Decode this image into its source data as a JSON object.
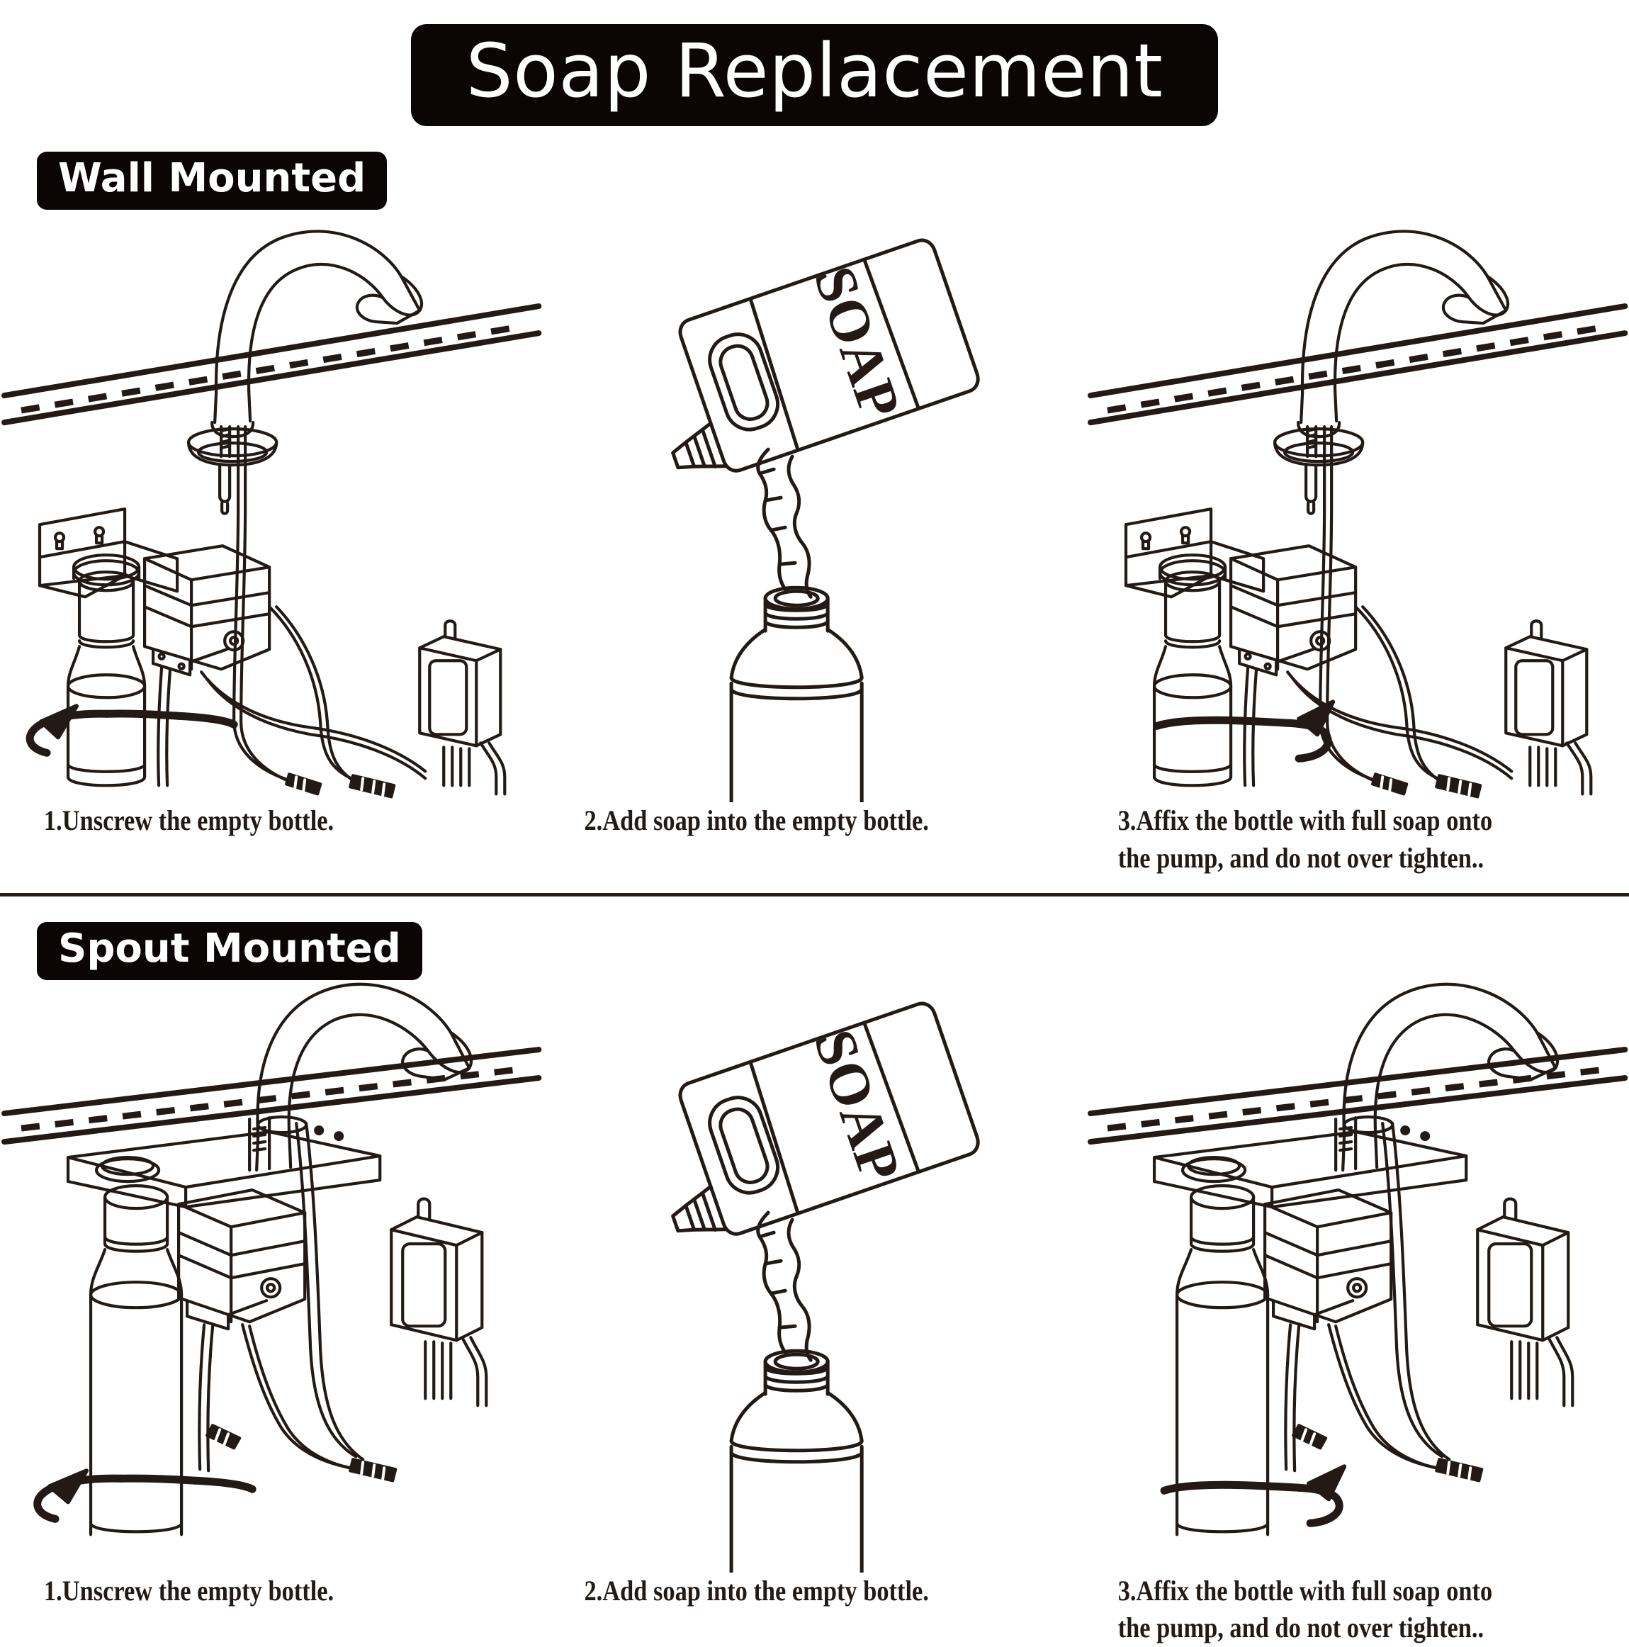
{
  "document": {
    "title": "Soap Replacement",
    "type": "instruction-diagram",
    "colors": {
      "badge_background": "#0b0605",
      "badge_text": "#ffffff",
      "line_art": "#231a16",
      "page_background": "#ffffff"
    }
  },
  "sections": [
    {
      "id": "wall-mounted",
      "heading": "Wall Mounted",
      "steps": [
        {
          "number": "1",
          "caption": "1.Unscrew the empty bottle.",
          "illustration": "wall-mounted-dispenser-unscrew",
          "rotation_arrow": "counter-clockwise-left"
        },
        {
          "number": "2",
          "caption": "2.Add soap into the empty bottle.",
          "illustration": "soap-jug-pouring-into-bottle",
          "jug_label": "SOAP"
        },
        {
          "number": "3",
          "caption": "3.Affix the bottle with full soap onto\nthe pump, and do not over tighten..",
          "illustration": "wall-mounted-dispenser-tighten",
          "rotation_arrow": "clockwise-right"
        }
      ]
    },
    {
      "id": "spout-mounted",
      "heading": "Spout Mounted",
      "steps": [
        {
          "number": "1",
          "caption": "1.Unscrew the empty bottle.",
          "illustration": "spout-mounted-dispenser-unscrew",
          "rotation_arrow": "counter-clockwise-left"
        },
        {
          "number": "2",
          "caption": "2.Add soap into the empty bottle.",
          "illustration": "soap-jug-pouring-into-bottle",
          "jug_label": "SOAP"
        },
        {
          "number": "3",
          "caption": "3.Affix the bottle with full soap onto\nthe pump, and do not over tighten..",
          "illustration": "spout-mounted-dispenser-tighten",
          "rotation_arrow": "clockwise-right"
        }
      ]
    }
  ],
  "parts": {
    "faucet": "sensor-gooseneck-faucet",
    "wall_band": "wall-surface-band",
    "counter_deck": "counter-deck-plate",
    "bracket": "l-mounting-bracket",
    "pump": "soap-pump-module",
    "bottle": "soap-reservoir-bottle",
    "control_box": "power-control-box",
    "tubing": "soap-supply-tubing",
    "connector": "tube-quick-connector"
  }
}
